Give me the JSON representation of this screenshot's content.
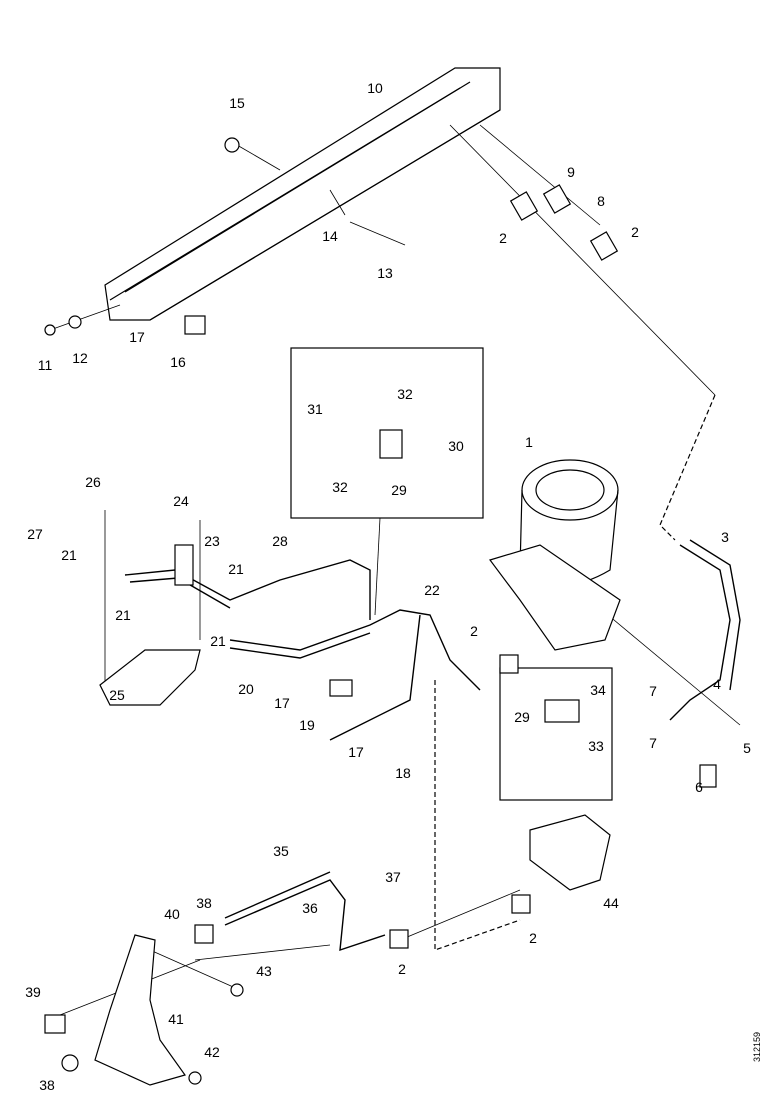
{
  "diagram": {
    "labels": [
      "15",
      "10",
      "9",
      "8",
      "2",
      "2",
      "14",
      "13",
      "11",
      "12",
      "17",
      "16",
      "31",
      "32",
      "30",
      "32",
      "29",
      "1",
      "3",
      "26",
      "24",
      "23",
      "27",
      "21",
      "28",
      "21",
      "22",
      "21",
      "21",
      "2",
      "25",
      "20",
      "17",
      "19",
      "17",
      "18",
      "34",
      "29",
      "33",
      "7",
      "4",
      "5",
      "7",
      "6",
      "35",
      "37",
      "38",
      "40",
      "36",
      "44",
      "2",
      "2",
      "43",
      "39",
      "41",
      "42",
      "38"
    ],
    "drawing_code": "312159",
    "line_color": "#000000"
  }
}
